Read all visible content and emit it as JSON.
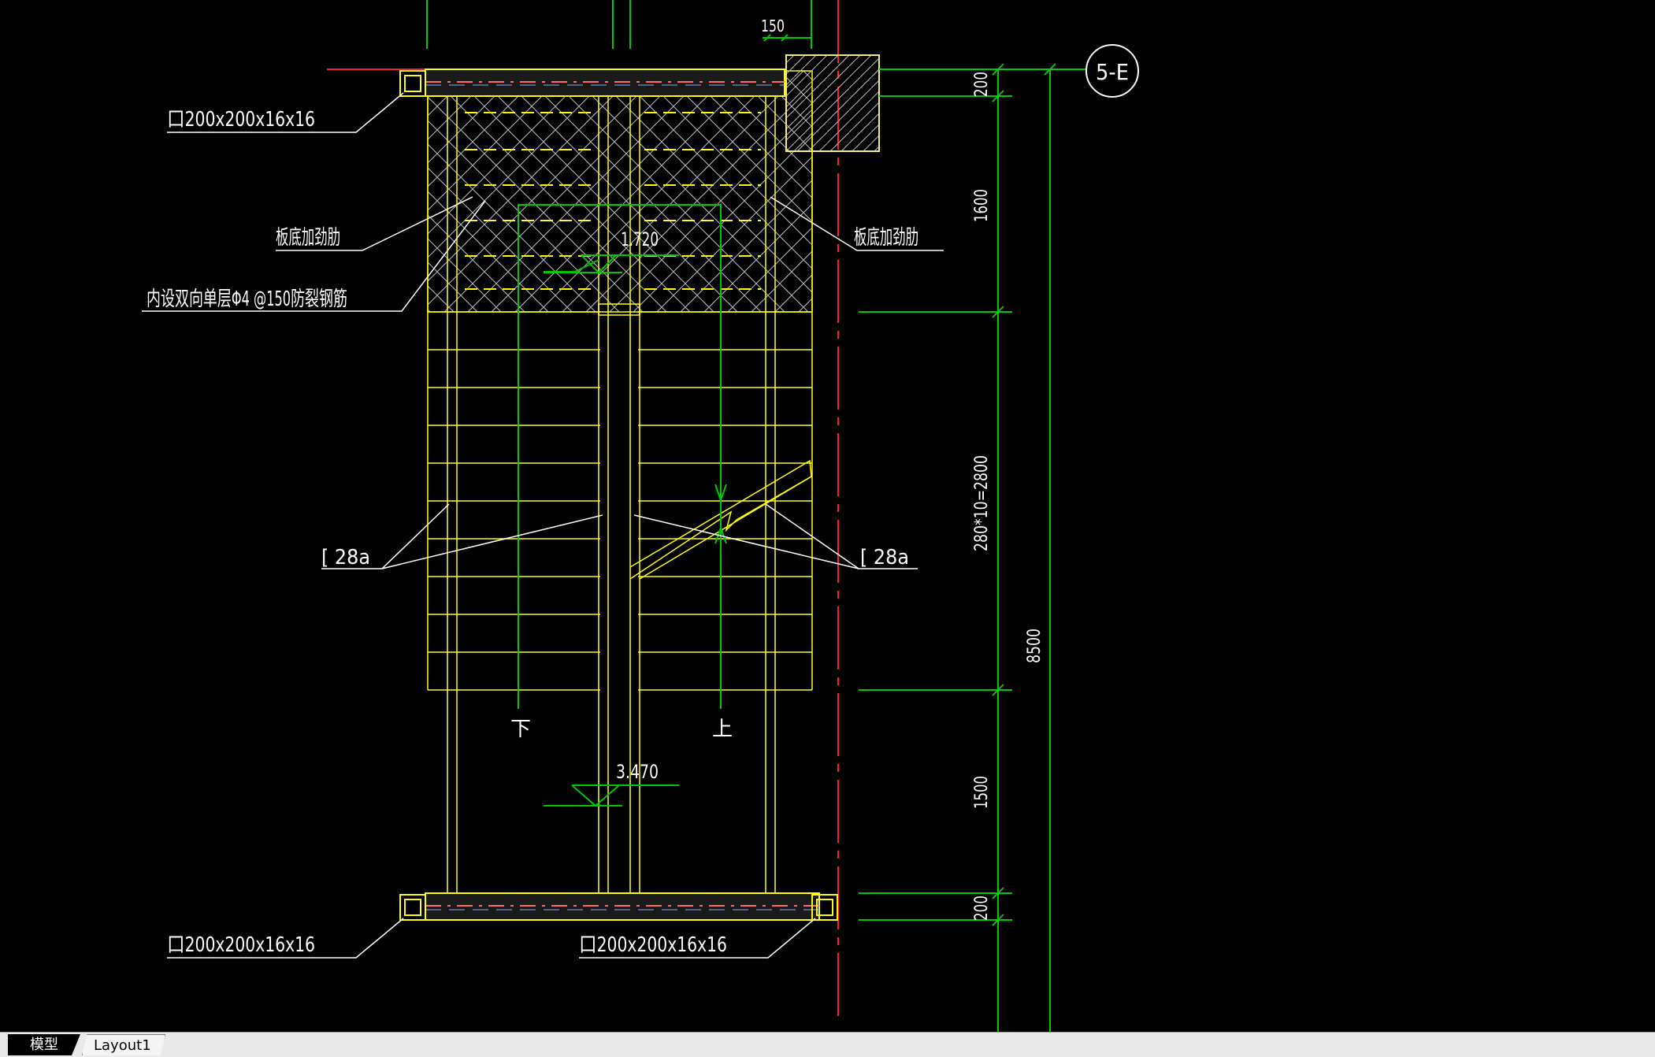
{
  "drawing": {
    "column_label_top": "口200x200x16x16",
    "column_label_bottom_left": "口200x200x16x16",
    "column_label_bottom_mid": "口200x200x16x16",
    "stiffener_left": "板底加劲肋",
    "stiffener_right": "板底加劲肋",
    "rebar_note": "内设双向单层Φ4 @150防裂钢筋",
    "channel_left": "[ 28a",
    "channel_right": "[ 28a",
    "elevation_landing": "1.720",
    "elevation_floor": "3.470",
    "arrow_down": "下",
    "arrow_up": "上",
    "grid_bubble": "5-E",
    "dim_top_offset": "150",
    "dim_200_top": "200",
    "dim_1600": "1600",
    "dim_steps": "280*10=2800",
    "dim_1500": "1500",
    "dim_200_bottom": "200",
    "dim_total": "8500"
  },
  "tabs": {
    "model": "模型",
    "layout1": "Layout1"
  },
  "colors": {
    "background": "#000000",
    "steel": "#ffff00",
    "dimension": "#00c800",
    "axis": "#ff2020",
    "hatch": "#c8c8c8",
    "text": "#ffffff"
  }
}
